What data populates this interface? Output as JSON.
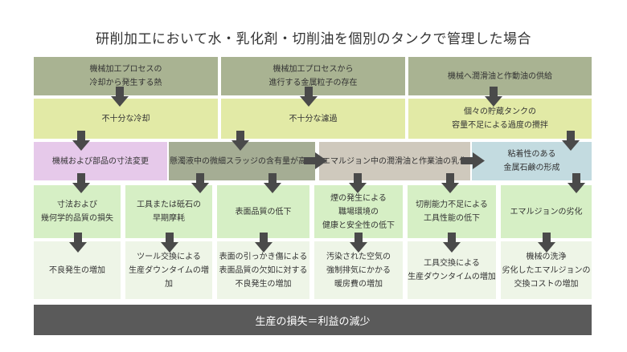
{
  "title": "研削加工において水・乳化剤・切削油を個別のタンクで管理した場合",
  "colors": {
    "olive": "#a9b392",
    "yellow": "#e2eaa6",
    "pink": "#e6c9ea",
    "sage": "#a5ad94",
    "taupe": "#cfc9bd",
    "blue": "#c3dbe0",
    "green": "#d6efc5",
    "pale": "#eef5e7",
    "footer": "#5a5a5a",
    "arrow": "#4a4a4a"
  },
  "row1": {
    "a": "機械加工プロセスの\n冷却から発生する熱",
    "b": "機械加工プロセスから\n進行する金属粒子の存在",
    "c": "機械へ潤滑油と作動油の供給"
  },
  "row2": {
    "a": "不十分な冷却",
    "b": "不十分な濾過",
    "c": "個々の貯蔵タンクの\n容量不足による過度の攪拌"
  },
  "row3": {
    "a": "機械および部品の寸法変更",
    "b": "懸濁液中の微細スラッジの含有量が高い",
    "c": "エマルジョン中の潤滑油と作業油の乳化",
    "d": "粘着性のある\n金属石鹸の形成"
  },
  "row4": [
    "寸法および\n幾何学的品質の損失",
    "工具または砥石の\n早期摩耗",
    "表面品質の低下",
    "煙の発生による\n職場環境の\n健康と安全性の低下",
    "切削能力不足による\n工具性能の低下",
    "エマルジョンの劣化"
  ],
  "row5": [
    "不良発生の増加",
    "ツール交換による\n生産ダウンタイムの増加",
    "表面の引っかき傷による\n表面品質の欠如に対する\n不良発生の増加",
    "汚染された空気の\n強制排気にかかる\n暖房費の増加",
    "工具交換による\n生産ダウンタイムの増加",
    "機械の洗浄\n劣化したエマルジョンの\n交換コストの増加"
  ],
  "footer": "生産の損失＝利益の減少"
}
